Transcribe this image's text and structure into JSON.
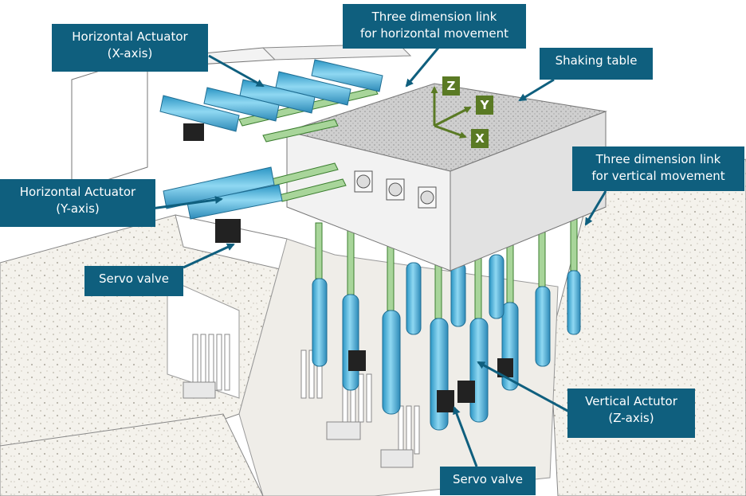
{
  "labels": {
    "horizontal_actuator_x": {
      "line1": "Horizontal Actuator",
      "line2": "(X-axis)"
    },
    "three_dim_link_horizontal": {
      "line1": "Three dimension link",
      "line2": "for horizontal movement"
    },
    "shaking_table": "Shaking table",
    "three_dim_link_vertical": {
      "line1": "Three dimension link",
      "line2": "for vertical movement"
    },
    "horizontal_actuator_y": {
      "line1": "Horizontal Actuator",
      "line2": "(Y-axis)"
    },
    "servo_valve_left": "Servo valve",
    "vertical_actuator_z": {
      "line1": "Vertical Actutor",
      "line2": "(Z-axis)"
    },
    "servo_valve_bottom": "Servo valve"
  },
  "axes": {
    "z": "Z",
    "y": "Y",
    "x": "X"
  },
  "colors": {
    "callout": "#0f5f7e",
    "axis_tag": "#5a7a24",
    "actuator": "#4fb8de",
    "link": "#a8d59a",
    "concrete": "#ece9e2",
    "valve": "#222222"
  }
}
